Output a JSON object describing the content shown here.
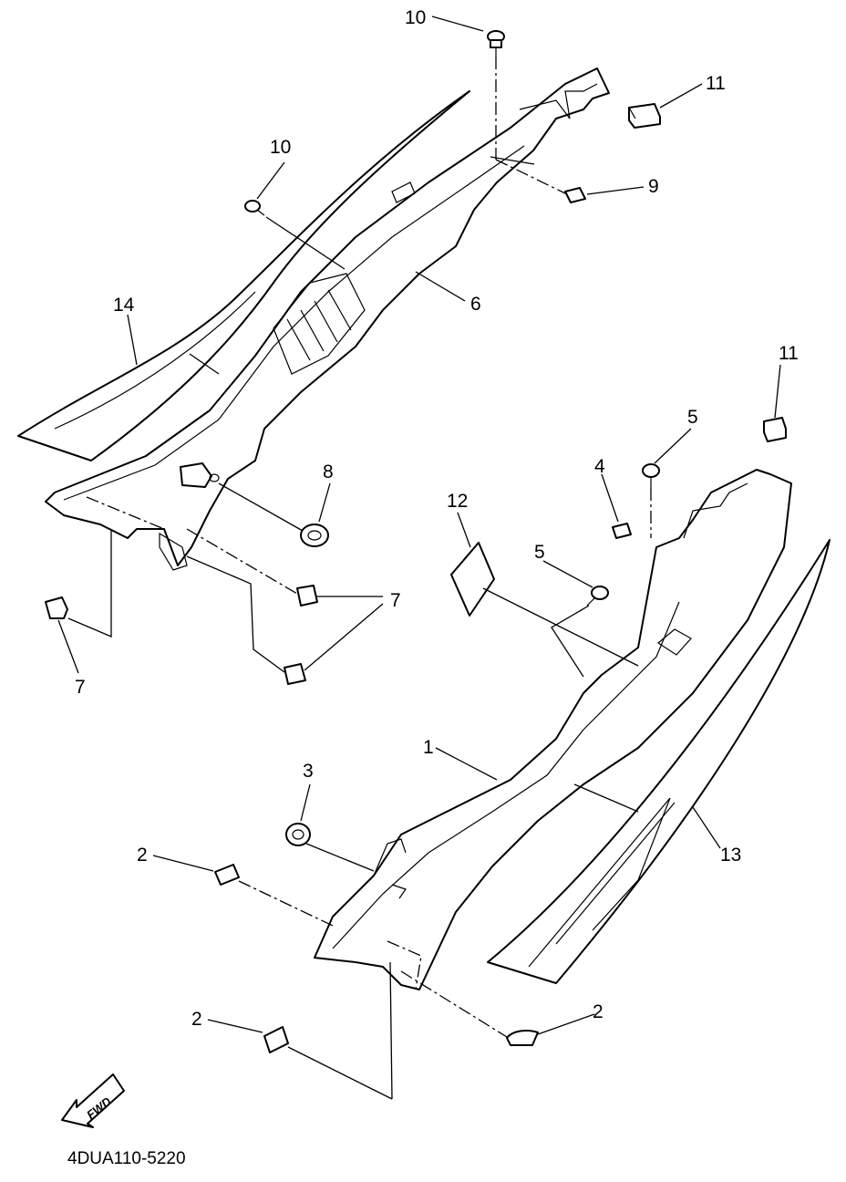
{
  "diagram": {
    "callouts": {
      "c1": "1",
      "c2a": "2",
      "c2b": "2",
      "c2c": "2",
      "c3": "3",
      "c4": "4",
      "c5a": "5",
      "c5b": "5",
      "c6": "6",
      "c7a": "7",
      "c7b": "7",
      "c8": "8",
      "c9": "9",
      "c10a": "10",
      "c10b": "10",
      "c11a": "11",
      "c11b": "11",
      "c12": "12",
      "c13": "13",
      "c14": "14"
    },
    "fwd_label": "FWD",
    "drawing_code": "4DUA110-5220"
  }
}
